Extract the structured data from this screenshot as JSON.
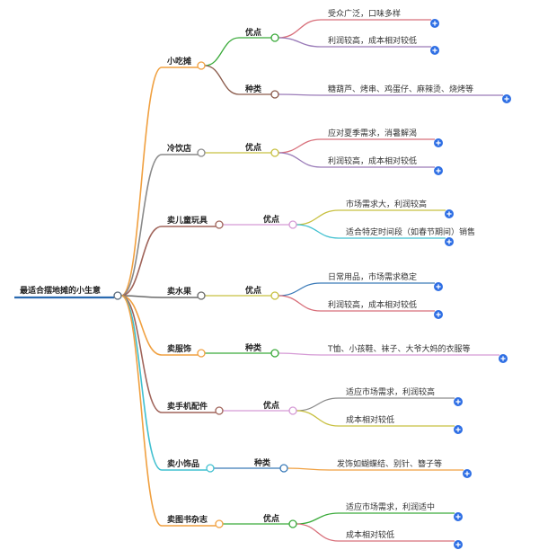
{
  "root": "最适合摆地摊的小生意",
  "branches": [
    {
      "name": "小吃摊",
      "color": "#f0a040",
      "groups": [
        {
          "label": "优点",
          "color": "#3aaa3a",
          "leaves": [
            {
              "text": "受众广泛，口味多样",
              "color": "#d86f7a"
            },
            {
              "text": "利润较高，成本相对较低",
              "color": "#9a7bb8"
            }
          ]
        },
        {
          "label": "种类",
          "color": "#8a5a4a",
          "leaves": [
            {
              "text": "糖葫芦、烤串、鸡蛋仔、麻辣烫、烧烤等",
              "color": "#9a7bb8"
            }
          ]
        }
      ]
    },
    {
      "name": "冷饮店",
      "color": "#8a8a8a",
      "groups": [
        {
          "label": "优点",
          "color": "#c8c040",
          "leaves": [
            {
              "text": "应对夏季需求，消暑解渴",
              "color": "#d86f7a"
            },
            {
              "text": "利润较高，成本相对较低",
              "color": "#9a7bb8"
            }
          ]
        }
      ]
    },
    {
      "name": "卖儿童玩具",
      "color": "#a0645a",
      "groups": [
        {
          "label": "优点",
          "color": "#d59ad5",
          "leaves": [
            {
              "text": "市场需求大，利润较高",
              "color": "#c8c040"
            },
            {
              "text": "适合特定时间段（如春节期间）销售",
              "color": "#40c0d0"
            }
          ]
        }
      ]
    },
    {
      "name": "卖水果",
      "color": "#6a6a6a",
      "groups": [
        {
          "label": "优点",
          "color": "#c8c040",
          "leaves": [
            {
              "text": "日常用品，市场需求稳定",
              "color": "#3a7ab8"
            },
            {
              "text": "利润较高，成本相对较低",
              "color": "#d86f7a"
            }
          ]
        }
      ]
    },
    {
      "name": "卖服饰",
      "color": "#f0a040",
      "groups": [
        {
          "label": "种类",
          "color": "#3aaa3a",
          "leaves": [
            {
              "text": "T恤、小孩鞋、袜子、大爷大妈的衣服等",
              "color": "#d59ad5"
            }
          ]
        }
      ]
    },
    {
      "name": "卖手机配件",
      "color": "#a0645a",
      "groups": [
        {
          "label": "优点",
          "color": "#d59ad5",
          "leaves": [
            {
              "text": "适应市场需求，利润较高",
              "color": "#8a8a8a"
            },
            {
              "text": "成本相对较低",
              "color": "#c8c040"
            }
          ]
        }
      ]
    },
    {
      "name": "卖小饰品",
      "color": "#40c0d0",
      "groups": [
        {
          "label": "种类",
          "color": "#3a7ab8",
          "leaves": [
            {
              "text": "发饰如蝴蝶结、别针、簪子等",
              "color": "#f0a040"
            }
          ]
        }
      ]
    },
    {
      "name": "卖图书杂志",
      "color": "#f0a040",
      "groups": [
        {
          "label": "优点",
          "color": "#3aaa3a",
          "leaves": [
            {
              "text": "适应市场需求，利润适中",
              "color": "#3aaa3a"
            },
            {
              "text": "成本相对较低",
              "color": "#d86f7a"
            }
          ]
        }
      ]
    }
  ],
  "colors": {
    "root_line": "#2a6ab0",
    "expand_icon": "#2f6fe4"
  },
  "icons": {
    "expand": "plus-circle-icon"
  }
}
